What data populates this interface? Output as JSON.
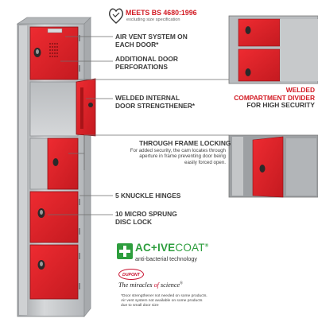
{
  "badge": {
    "title": "MEETS BS 4680:1996",
    "subtitle": "excluding size specification"
  },
  "callouts": {
    "air_vent": [
      "AIR VENT SYSTEM ON",
      "EACH DOOR*"
    ],
    "perforations": [
      "ADDITIONAL DOOR",
      "PERFORATIONS"
    ],
    "welded_internal": [
      "WELDED INTERNAL",
      "DOOR STRENGTHENER*"
    ],
    "welded_compartment": [
      "WELDED",
      "COMPARTMENT DIVIDER",
      "FOR HIGH SECURITY"
    ],
    "frame_locking_title": "THROUGH FRAME LOCKING",
    "frame_locking_text": [
      "For added security, the cam locates through",
      "aperture in frame preventing door being",
      "easily forced open."
    ],
    "hinges": "5 KNUCKLE HINGES",
    "disc_lock": [
      "10 MICRO SPRUNG",
      "DISC LOCK"
    ]
  },
  "activecoat": {
    "brand_pre": "AC",
    "brand_plus": "+",
    "brand_post": "IVE",
    "brand_coat": "COAT",
    "trademark": "®",
    "tagline": "anti-bacterial technology"
  },
  "dupont": {
    "logo_text": "DUPONT",
    "tagline_pre": "The miracles",
    "tagline_of": "of",
    "tagline_post": "science",
    "tagline_mark": "®"
  },
  "footnote": [
    "*Door strengthener not needed on some products.",
    "Air vent system not available on some products",
    "due to small door size"
  ],
  "colors": {
    "red": "#d21a23",
    "door_red": "#d8232a",
    "frame_grey": "#c9cbcd",
    "green": "#2e9e3e"
  }
}
